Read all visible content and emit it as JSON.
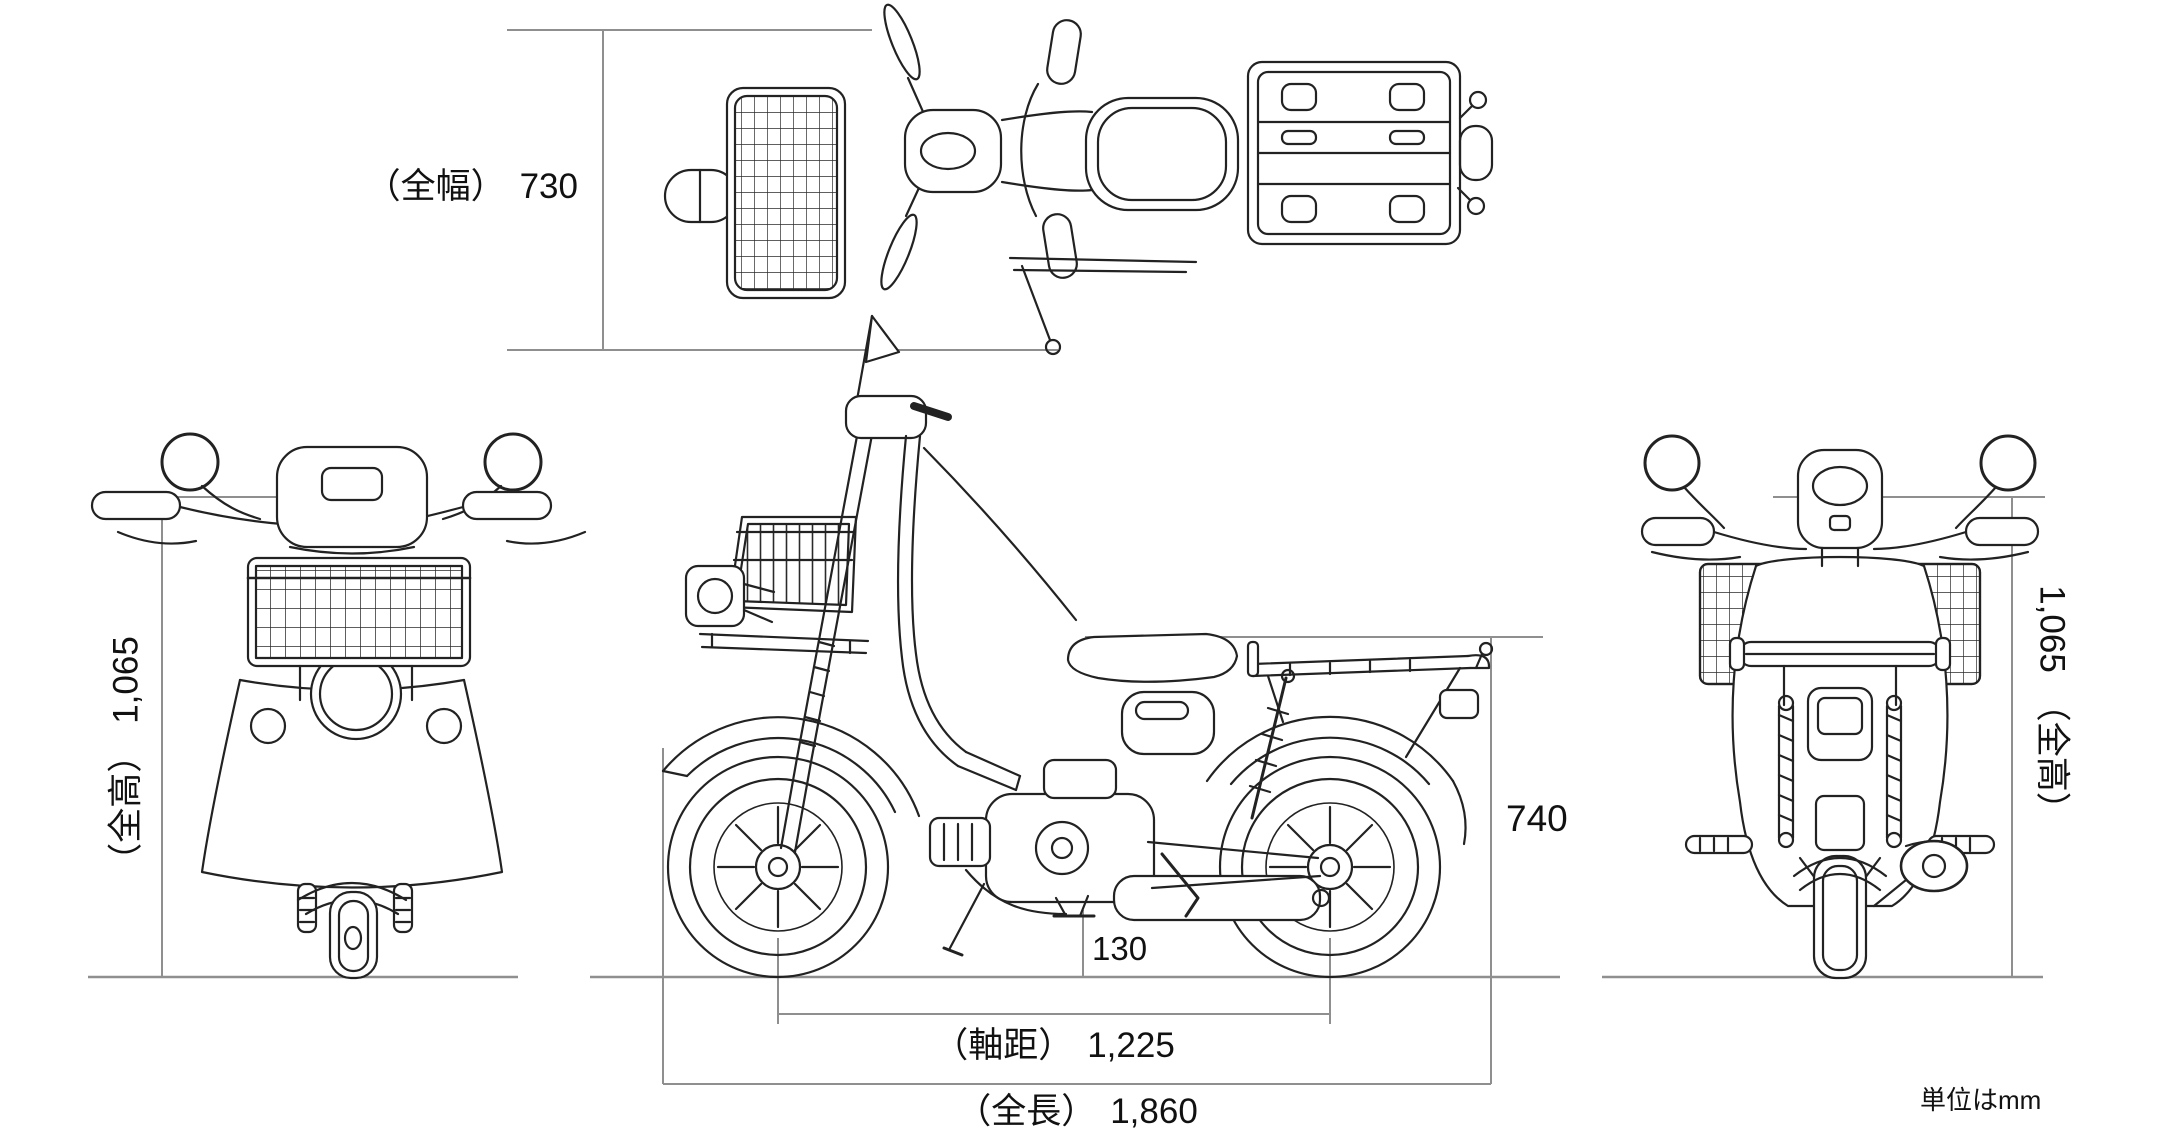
{
  "dimensions": {
    "overall_width": {
      "label": "（全幅）",
      "value": "730"
    },
    "overall_height_front": {
      "label": "（全高）",
      "value": "1,065"
    },
    "overall_height_rear": {
      "label": "（全高）",
      "value": "1,065"
    },
    "seat_height": {
      "value": "740"
    },
    "ground_clearance": {
      "value": "130"
    },
    "wheelbase": {
      "label": "（軸距）",
      "value": "1,225"
    },
    "overall_length": {
      "label": "（全長）",
      "value": "1,860"
    }
  },
  "note": {
    "unit": "単位はmm"
  },
  "colors": {
    "background": "#ffffff",
    "line_art": "#222222",
    "dimension_line": "#8f8f8f",
    "text": "#111111"
  }
}
